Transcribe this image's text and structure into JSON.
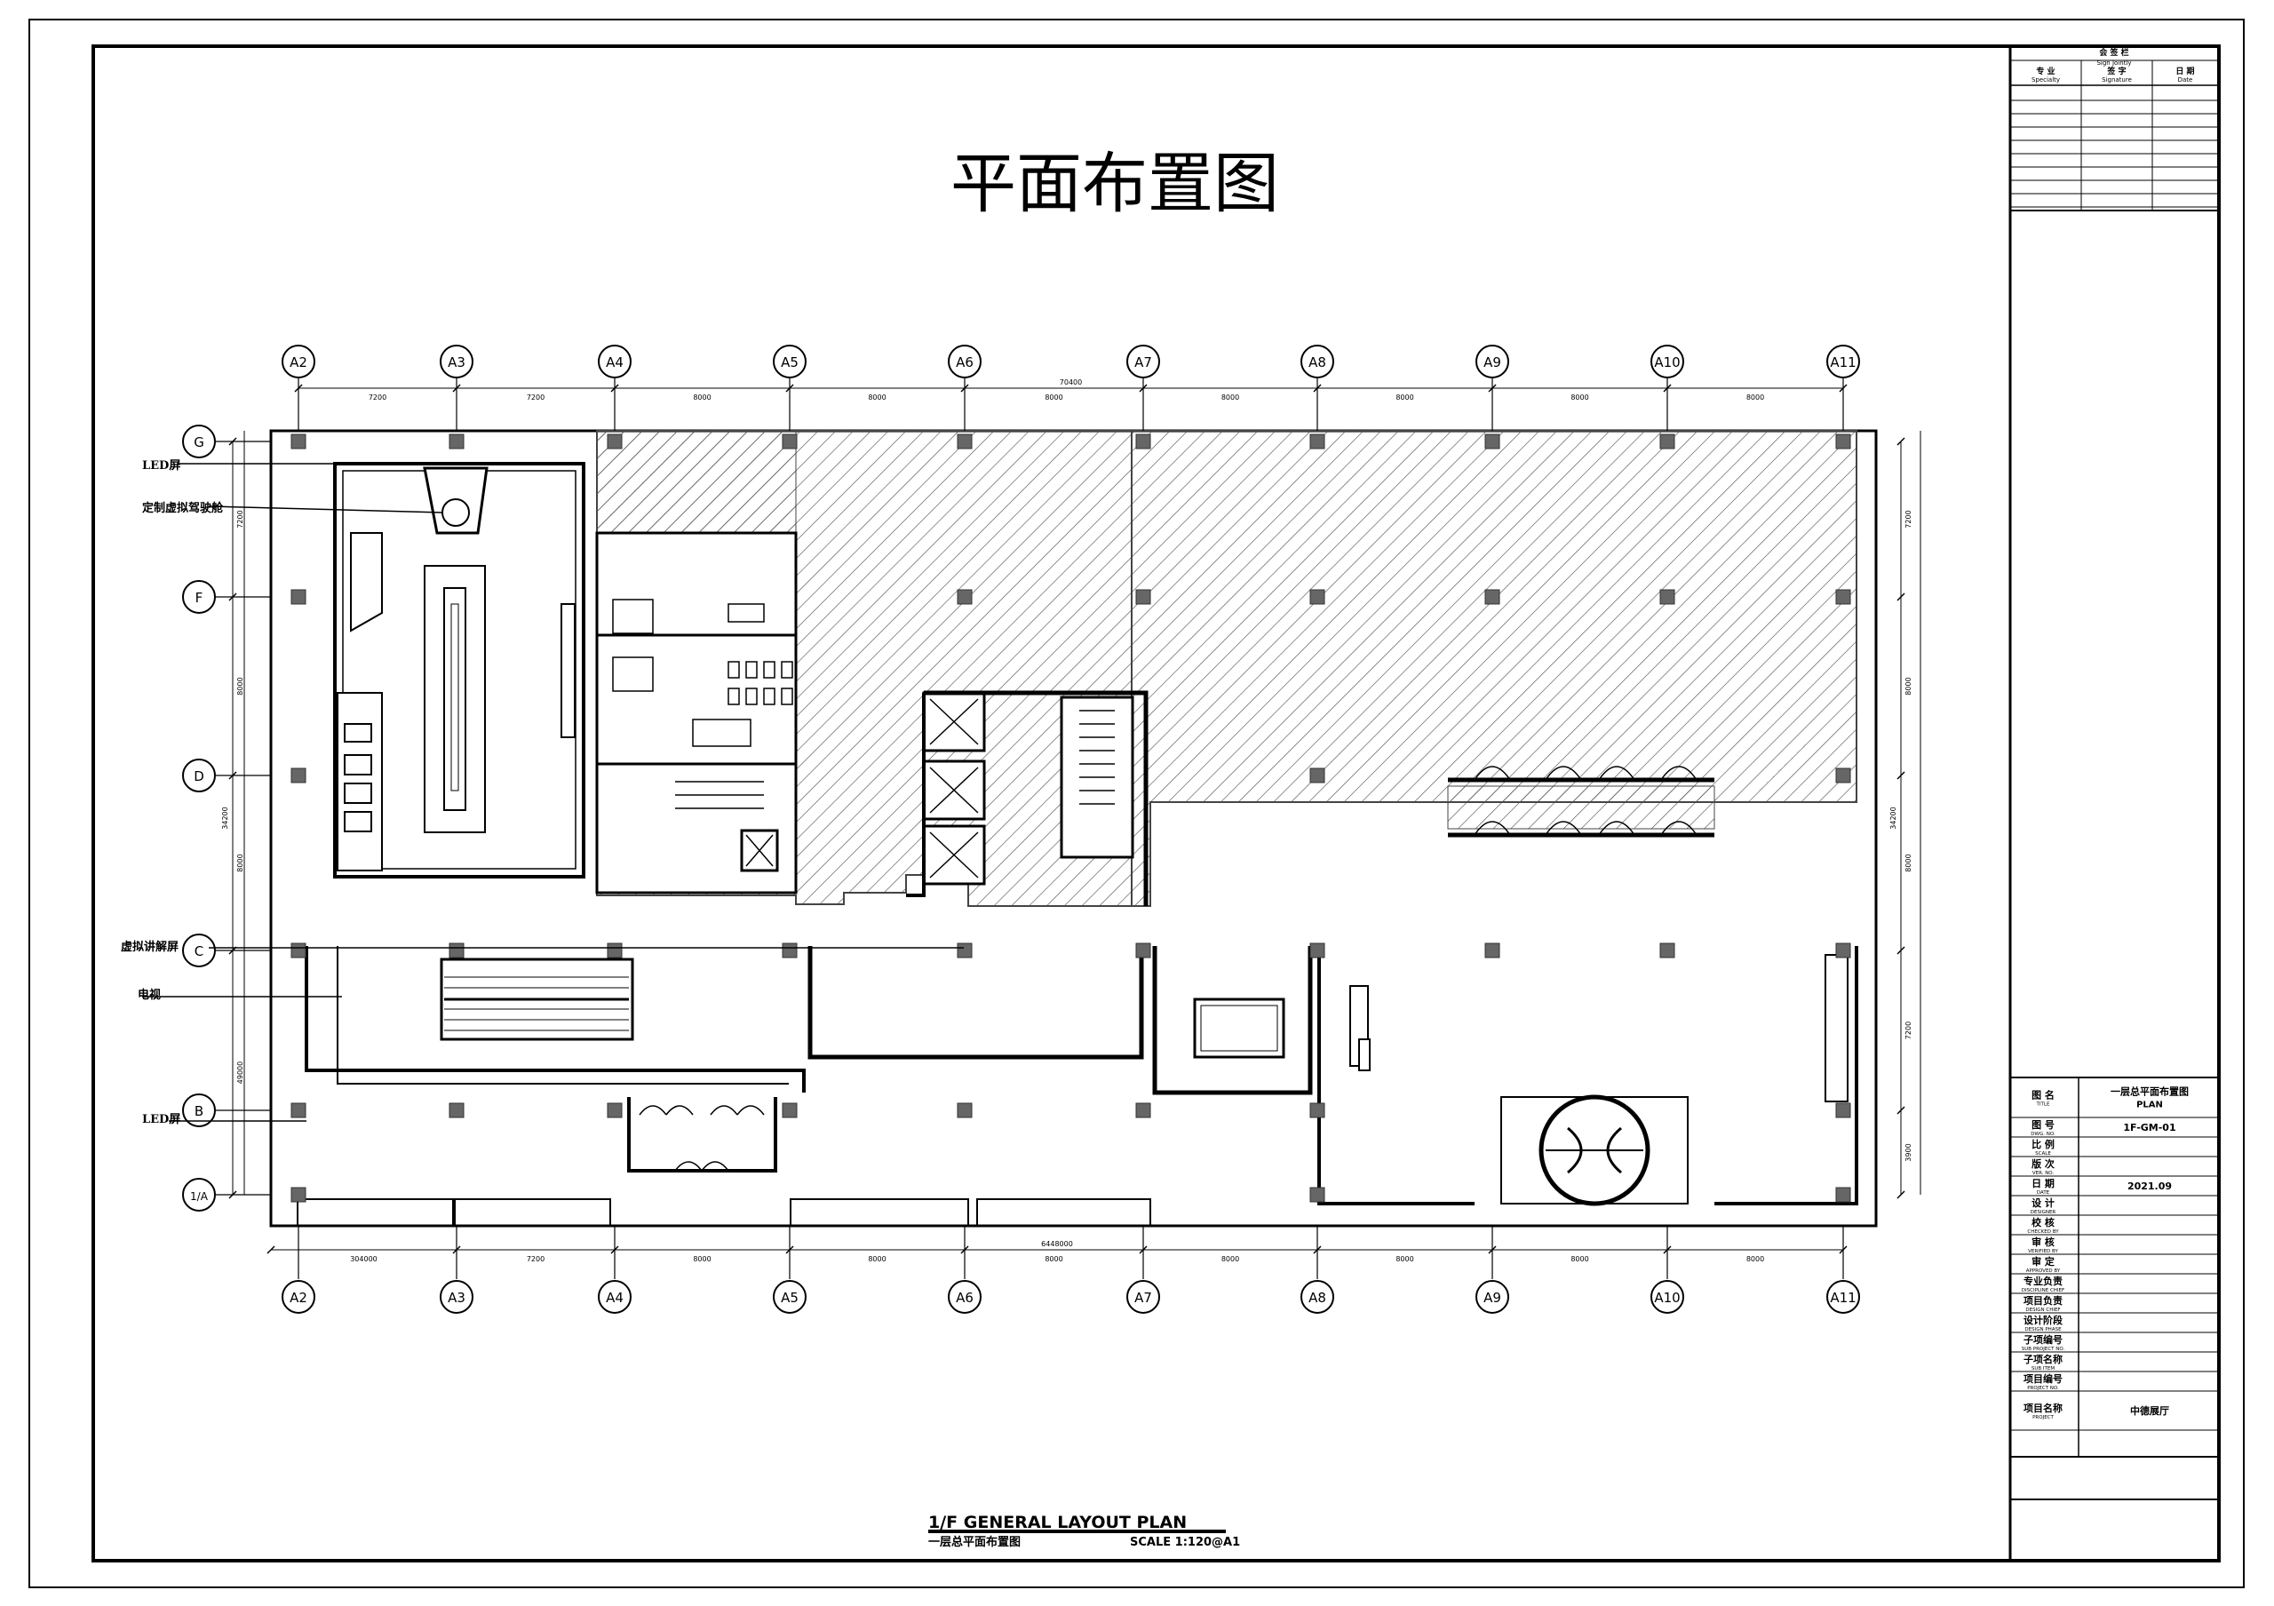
{
  "drawing": {
    "title": "平面布置图",
    "bottom_title_en": "1/F GENERAL LAYOUT PLAN",
    "bottom_title_cn": "一层总平面布置图",
    "scale_text": "SCALE  1:120@A1"
  },
  "grid": {
    "columns": [
      "A2",
      "A3",
      "A4",
      "A5",
      "A6",
      "A7",
      "A8",
      "A9",
      "A10",
      "A11"
    ],
    "rows": [
      "G",
      "F",
      "D",
      "C",
      "B",
      "1/A"
    ],
    "top_dims": [
      "7200",
      "7200",
      "8000",
      "8000",
      "8000",
      "8000",
      "8000",
      "8000",
      "8000"
    ],
    "top_total": "70400",
    "bottom_dims": [
      "7200",
      "8000",
      "8000",
      "8000",
      "8000",
      "8000",
      "8000",
      "8000"
    ],
    "bottom_first": "304000",
    "bottom_total": "6448000",
    "left_dims": [
      "7200",
      "8000",
      "8000",
      "49000"
    ],
    "left_total": "34200",
    "right_dims": [
      "7200",
      "8000",
      "8000",
      "7200",
      "3900"
    ],
    "right_total": "34200"
  },
  "labels": {
    "led1": "LED屏",
    "custom": "定制虚拟驾驶舱",
    "virtual": "虚拟讲解屏",
    "tv": "电视",
    "led2": "LED屏"
  },
  "sign_table": {
    "header_cn": "会 签 栏",
    "header_en": "Sign Jointly",
    "cols": [
      {
        "cn": "专 业",
        "en": "Specialty"
      },
      {
        "cn": "签 字",
        "en": "Signature"
      },
      {
        "cn": "日 期",
        "en": "Date"
      }
    ]
  },
  "title_block": {
    "rows": [
      {
        "cn": "图  名",
        "en": "TITLE",
        "value": "一层总平面布置图",
        "value2": "PLAN"
      },
      {
        "cn": "图  号",
        "en": "DWG. NO.",
        "value": "1F-GM-01"
      },
      {
        "cn": "比  例",
        "en": "SCALE",
        "value": ""
      },
      {
        "cn": "版  次",
        "en": "VER. NO.",
        "value": ""
      },
      {
        "cn": "日  期",
        "en": "DATE",
        "value": "2021.09"
      },
      {
        "cn": "设  计",
        "en": "DESIGNER",
        "value": ""
      },
      {
        "cn": "校  核",
        "en": "CHECKED BY",
        "value": ""
      },
      {
        "cn": "审  核",
        "en": "VERIFIED BY",
        "value": ""
      },
      {
        "cn": "审  定",
        "en": "APPROVED BY",
        "value": ""
      },
      {
        "cn": "专业负责",
        "en": "DISCIPLINE CHIEF",
        "value": ""
      },
      {
        "cn": "项目负责",
        "en": "DESIGN CHIEF",
        "value": ""
      },
      {
        "cn": "设计阶段",
        "en": "DESIGN PHASE",
        "value": ""
      },
      {
        "cn": "子项编号",
        "en": "SUB PROJECT NO.",
        "value": ""
      },
      {
        "cn": "子项名称",
        "en": "SUB ITEM",
        "value": ""
      },
      {
        "cn": "项目编号",
        "en": "PROJECT NO.",
        "value": ""
      },
      {
        "cn": "项目名称",
        "en": "PROJECT",
        "value": "中德展厅"
      }
    ]
  }
}
